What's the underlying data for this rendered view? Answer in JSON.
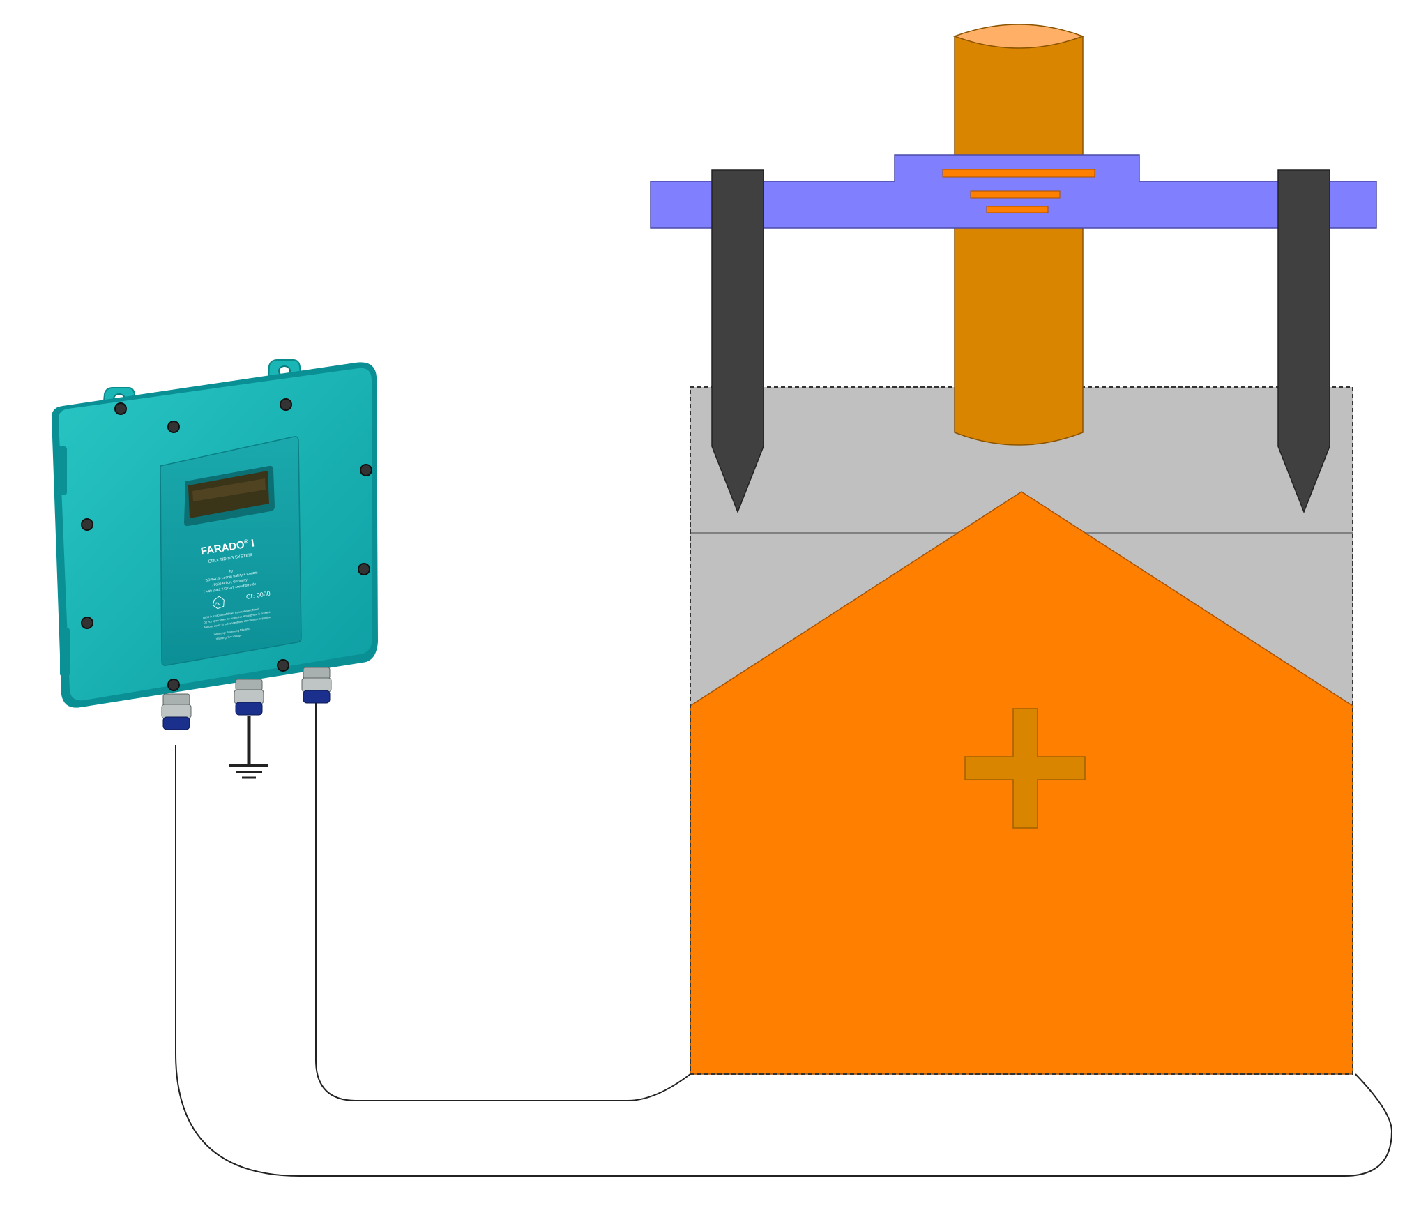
{
  "device": {
    "brand": "FARADO",
    "brand_mark": "®",
    "model": "I",
    "subtitle": "GROUNDING SYSTEM",
    "by": "by",
    "company": "BORRO® Leanid Safety + Control",
    "address": "79609 Brilon, Germany",
    "contact": "T +49 2961 7420-87 www.borro.de",
    "ce_mark": "CE 0080",
    "ex_mark": "Ex",
    "note_1": "Nicht in explosionsfähiger Atmosphäre öffnen!",
    "note_2": "Do not open when an explosive atmosphere is present",
    "note_3": "Ne pas ouvrir si présence d'une atmosphère explosive",
    "note_4": "Warnung: Spannung führend",
    "note_5": "Warning: live voltage"
  },
  "colors": {
    "device_body": "#15b3b3",
    "device_label": "#12a0a6",
    "bag_fill": "#ff7f00",
    "bag_top": "#c0c0c0",
    "spout": "#d98500",
    "spout_top": "#ffb066",
    "clamp_bar": "#8080ff",
    "clamp_marks": "#ff7f00",
    "probe": "#404040",
    "plus_sign": "#d98500",
    "cable": "#222222",
    "gland": "#1b2f8c"
  },
  "icons": {
    "ground": "ground-symbol-icon",
    "plus": "plus-icon",
    "ex": "ex-hazard-icon"
  }
}
